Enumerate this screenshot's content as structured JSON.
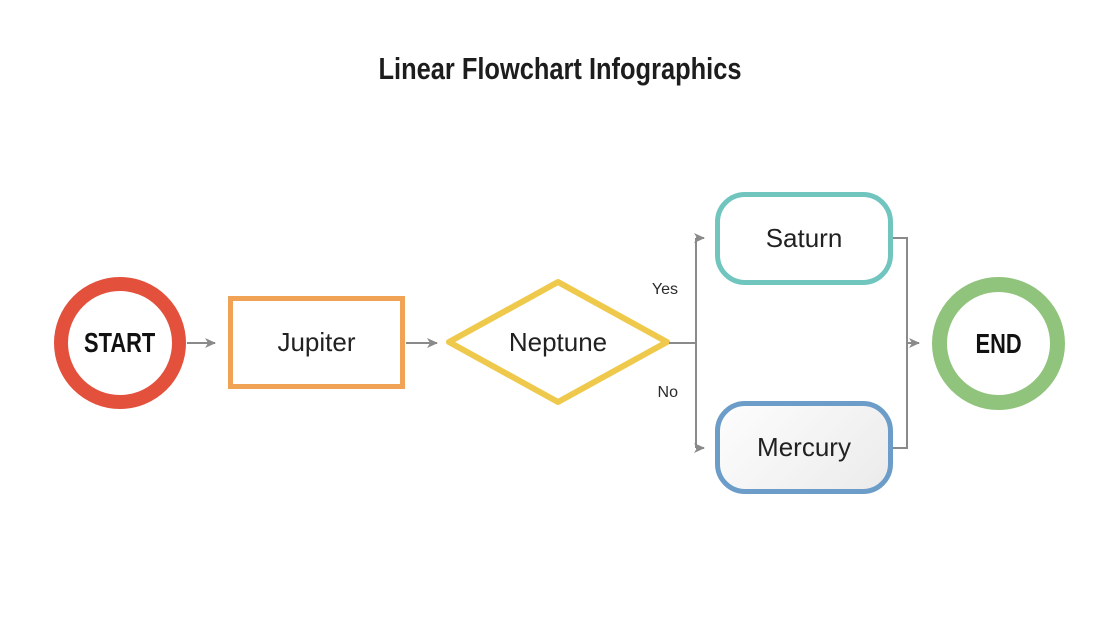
{
  "title": "Linear Flowchart Infographics",
  "flowchart": {
    "start": {
      "label": "START",
      "ring_color": "#E3503C"
    },
    "end": {
      "label": "END",
      "ring_color": "#90C47C"
    },
    "nodes": [
      {
        "id": "jupiter",
        "label": "Jupiter",
        "shape": "rectangle",
        "border_color": "#F0A355",
        "fill": "#FFFFFF"
      },
      {
        "id": "neptune",
        "label": "Neptune",
        "shape": "diamond",
        "border_color": "#EFC94C",
        "fill": "#FFFFFF"
      },
      {
        "id": "saturn",
        "label": "Saturn",
        "shape": "rounded-rectangle",
        "border_color": "#70C5BF",
        "fill": "#FFFFFF"
      },
      {
        "id": "mercury",
        "label": "Mercury",
        "shape": "rounded-rectangle",
        "border_color": "#6C9DC8",
        "fill": "#EFEFEF"
      }
    ],
    "branches": {
      "yes_label": "Yes",
      "no_label": "No"
    },
    "connector_color": "#8A8A8A",
    "text_color": "#212121"
  }
}
